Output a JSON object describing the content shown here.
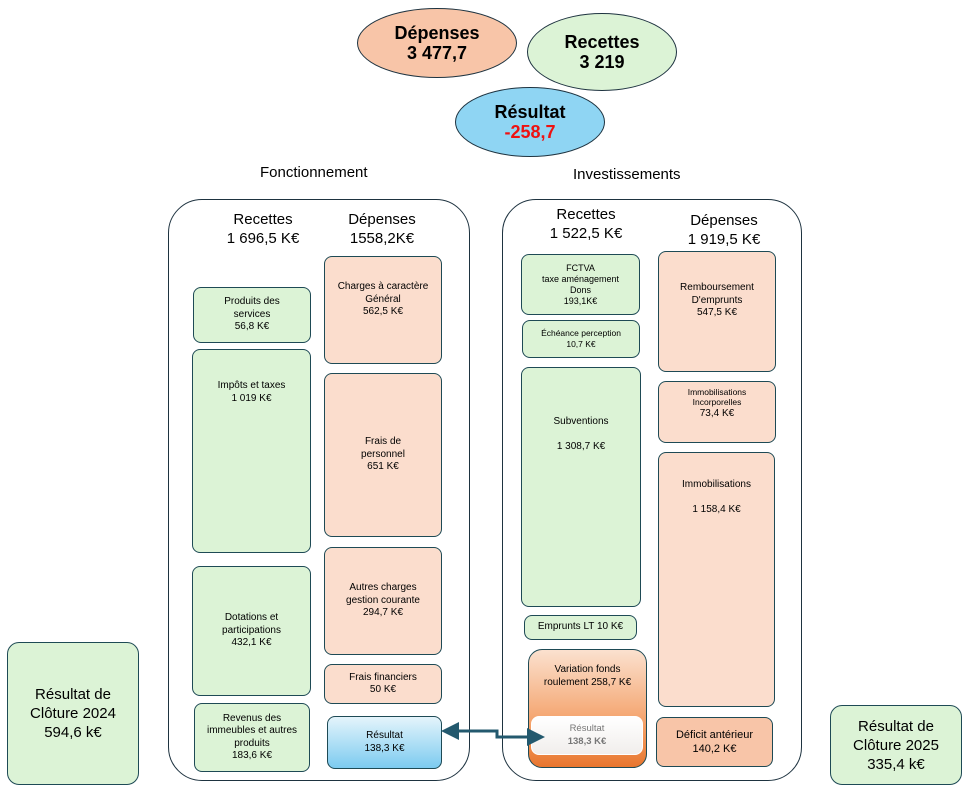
{
  "summary": {
    "depenses_label": "Dépenses",
    "depenses_value": "3 477,7",
    "recettes_label": "Recettes",
    "recettes_value": "3 219",
    "resultat_label": "Résultat",
    "resultat_value": "-258,7"
  },
  "colors": {
    "depenses": "#f8c5a8",
    "recettes": "#dcf3d6",
    "resultat": "#8fd5f3",
    "negative": "#ee1111",
    "border": "#1e3340"
  },
  "fonctionnement": {
    "title": "Fonctionnement",
    "recettes_head": "Recettes",
    "recettes_total": "1 696,5 K€",
    "depenses_head": "Dépenses",
    "depenses_total": "1558,2K€",
    "recettes": [
      {
        "lines": [
          "Produits des",
          "services",
          "56,8 K€"
        ]
      },
      {
        "lines": [
          "Impôts et taxes",
          "1 019  K€"
        ]
      },
      {
        "lines": [
          "Dotations et",
          "participations",
          "432,1 K€"
        ]
      },
      {
        "lines": [
          "Revenus des",
          "immeubles et autres",
          "produits",
          "183,6 K€"
        ]
      }
    ],
    "depenses": [
      {
        "lines": [
          "Charges  à caractère",
          "Général",
          "562,5 K€"
        ]
      },
      {
        "lines": [
          "Frais de",
          "personnel",
          "651  K€"
        ]
      },
      {
        "lines": [
          "Autres charges",
          "gestion courante",
          "294,7 K€"
        ]
      },
      {
        "lines": [
          "Frais financiers",
          "50 K€"
        ]
      },
      {
        "lines": [
          "Résultat",
          "138,3  K€"
        ]
      }
    ]
  },
  "investissements": {
    "title": "Investissements",
    "recettes_head": "Recettes",
    "recettes_total": "1 522,5 K€",
    "depenses_head": "Dépenses",
    "depenses_total": "1 919,5 K€",
    "recettes": [
      {
        "lines": [
          "FCTVA",
          "taxe aménagement",
          "Dons",
          "193,1K€"
        ]
      },
      {
        "lines": [
          "Échéance perception",
          "10,7 K€"
        ]
      },
      {
        "lines": [
          "Subventions",
          "",
          "1 308,7 K€"
        ]
      },
      {
        "lines": [
          "Emprunts LT 10 K€"
        ]
      },
      {
        "lines": [
          "Variation fonds",
          "roulement  258,7  K€"
        ]
      },
      {
        "lines": [
          "Résultat",
          "138,3 K€"
        ]
      }
    ],
    "depenses": [
      {
        "lines": [
          "Remboursement",
          "D'emprunts",
          "547,5 K€"
        ]
      },
      {
        "lines": [
          "Immobilisations",
          "Incorporelles",
          "73,4 K€"
        ]
      },
      {
        "lines": [
          "Immobilisations",
          "",
          "1 158,4 K€"
        ]
      },
      {
        "lines": [
          "Déficit antérieur",
          "140,2 K€"
        ]
      }
    ]
  },
  "cloture_2024": {
    "lines": [
      "Résultat de",
      "Clôture 2024",
      "594,6 k€"
    ]
  },
  "cloture_2025": {
    "lines": [
      "Résultat de",
      "Clôture 2025",
      "335,4 k€"
    ]
  }
}
